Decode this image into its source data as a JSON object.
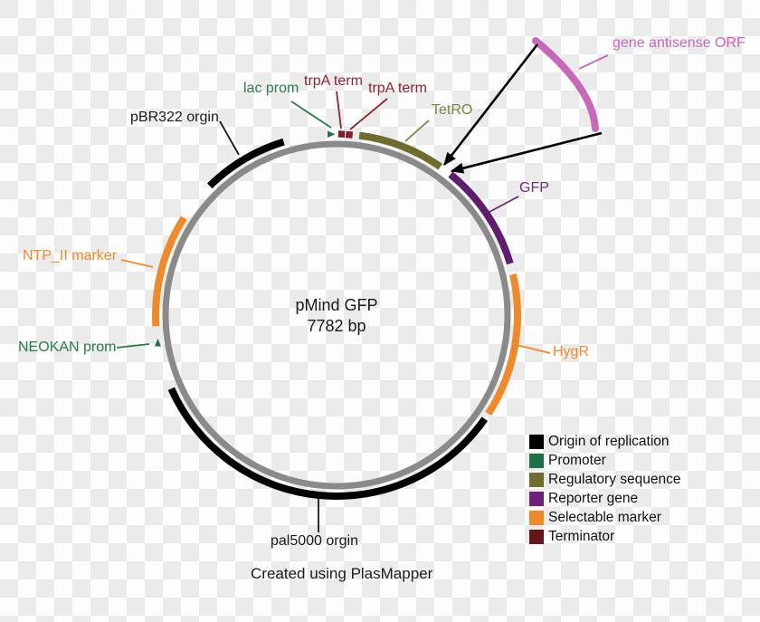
{
  "plasmid": {
    "name": "pMind GFP",
    "size": "7782 bp"
  },
  "credit": "Created using PlasMapper",
  "backbone": {
    "color": "#8a8a8a",
    "shape": "circle"
  },
  "features": [
    {
      "label": "pBR322 orgin",
      "type": "origin-of-replication",
      "color": "#000000",
      "shape": "arc",
      "arc_deg": [
        315,
        343
      ]
    },
    {
      "label": "lac prom",
      "type": "promoter",
      "color": "#1e7145",
      "shape": "triangle",
      "pos_deg": 358
    },
    {
      "label": "trpA term",
      "type": "terminator",
      "color": "#7c1f28",
      "shape": "box",
      "pos_deg": 2
    },
    {
      "label": "trpA term",
      "type": "terminator",
      "color": "#7c1f28",
      "shape": "box",
      "pos_deg": 5
    },
    {
      "label": "TetRO",
      "type": "regulatory-sequence",
      "color": "#6e6d2e",
      "shape": "arc",
      "arc_deg": [
        7,
        35
      ]
    },
    {
      "label": "gene antisense ORF",
      "type": "displaced-arc",
      "color": "#c868b8",
      "shape": "arc",
      "arc_deg": [
        36,
        38
      ]
    },
    {
      "label": "GFP",
      "type": "reporter-gene",
      "color": "#5f1d6e",
      "shape": "arc",
      "arc_deg": [
        39,
        74
      ]
    },
    {
      "label": "HygR",
      "type": "selectable-marker",
      "color": "#f08a28",
      "shape": "arc",
      "arc_deg": [
        77,
        123
      ]
    },
    {
      "label": "pal5000 orgin",
      "type": "origin-of-replication",
      "color": "#000000",
      "shape": "arc",
      "arc_deg": [
        125,
        246
      ]
    },
    {
      "label": "NEOKAN prom",
      "type": "promoter",
      "color": "#1e7145",
      "shape": "triangle",
      "pos_deg": 261
    },
    {
      "label": "NTP_II marker",
      "type": "selectable-marker",
      "color": "#f08a28",
      "shape": "arc",
      "arc_deg": [
        266,
        303
      ]
    }
  ],
  "legend": {
    "items": [
      {
        "label": "Origin of replication",
        "color": "#000000"
      },
      {
        "label": "Promoter",
        "color": "#1e7145"
      },
      {
        "label": "Regulatory sequence",
        "color": "#6e6d2e"
      },
      {
        "label": "Reporter gene",
        "color": "#6b2277"
      },
      {
        "label": "Selectable marker",
        "color": "#f08a28"
      },
      {
        "label": "Terminator",
        "color": "#641519"
      }
    ]
  }
}
